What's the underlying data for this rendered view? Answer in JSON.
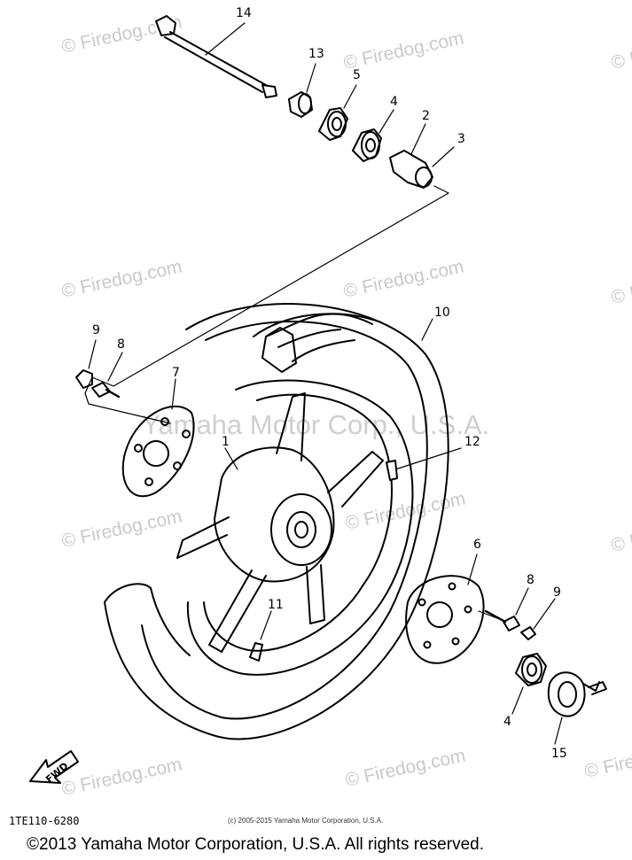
{
  "watermarks": {
    "site": "© Firedog.com",
    "corner": "©",
    "brand": "Yamaha Motor Corp., U.S.A."
  },
  "callouts": [
    "1",
    "2",
    "3",
    "4",
    "5",
    "6",
    "7",
    "8",
    "9",
    "10",
    "11",
    "12",
    "13",
    "14",
    "15"
  ],
  "duplicate_callouts": {
    "four": "4",
    "eight": "8",
    "nine": "9"
  },
  "forward_label": "FWD",
  "diagram_code": "1TE110-6280",
  "small_copyright": "(c) 2005-2015 Yamaha Motor Corporation, U.S.A.",
  "footer": "©2013 Yamaha Motor Corporation, U.S.A. All rights reserved.",
  "colors": {
    "ink": "#000000",
    "watermark": "#c9c9c9",
    "background": "#ffffff"
  }
}
